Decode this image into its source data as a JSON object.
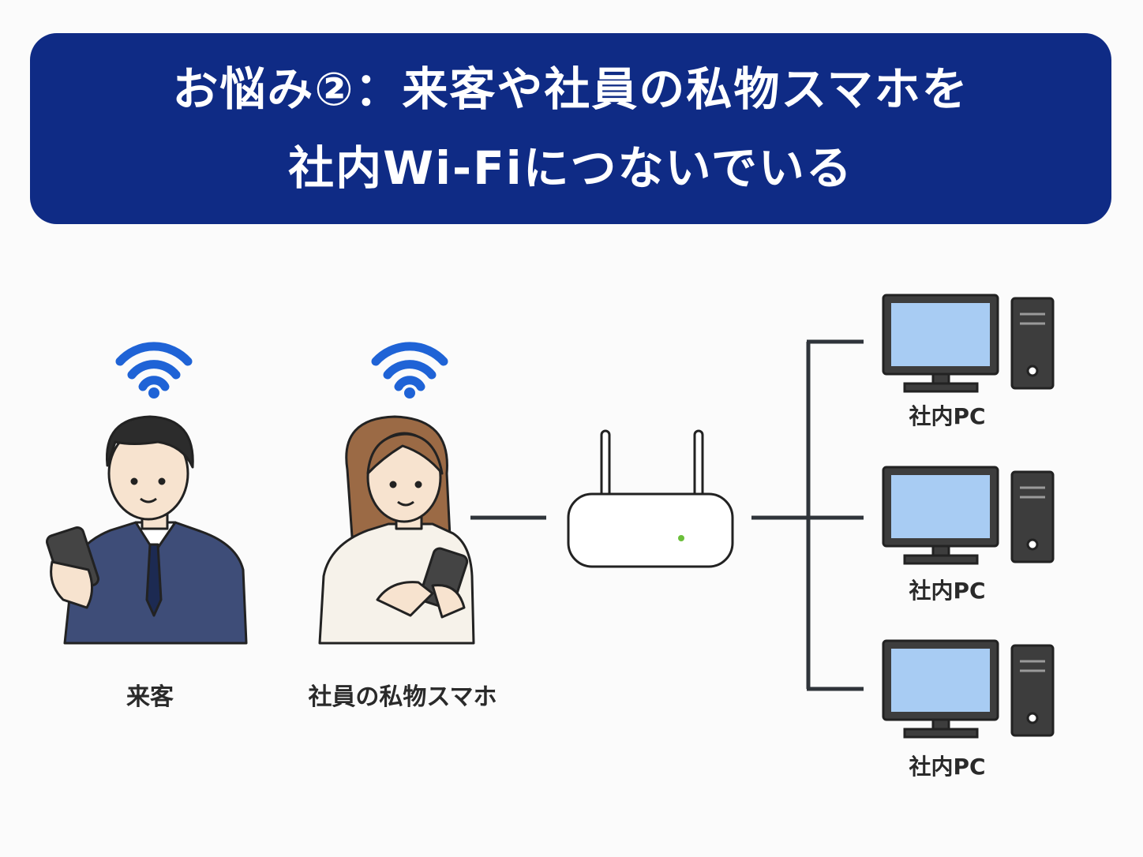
{
  "title": {
    "line1": "お悩み②：来客や社員の私物スマホを",
    "line2": "社内Wi-Fiにつないでいる"
  },
  "people": {
    "visitor_label": "来客",
    "employee_label": "社員の私物スマホ"
  },
  "pcs": [
    {
      "label": "社内PC"
    },
    {
      "label": "社内PC"
    },
    {
      "label": "社内PC"
    }
  ],
  "colors": {
    "banner": "#0f2b85",
    "wifi": "#1f63d6",
    "line": "#2f343a",
    "screen": "#a8ccf3",
    "suit": "#3e4d78",
    "router_led": "#6bbf3a"
  },
  "icons": [
    "wifi-icon",
    "router-icon",
    "desktop-pc-icon",
    "smartphone-icon"
  ]
}
